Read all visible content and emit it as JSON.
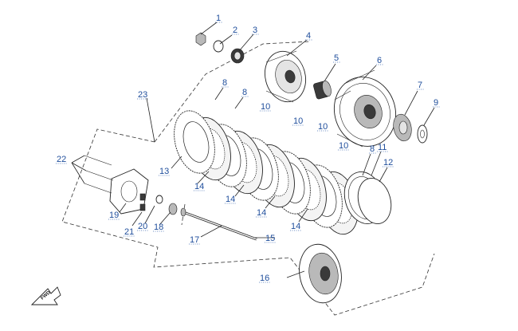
{
  "labels": {
    "p1": "1",
    "p2": "2",
    "p3": "3",
    "p4": "4",
    "p5": "5",
    "p6": "6",
    "p7": "7",
    "p8a": "8",
    "p8b": "8",
    "p8c": "8",
    "p9": "9",
    "p10a": "10",
    "p10b": "10",
    "p10c": "10",
    "p10d": "10",
    "p11": "11",
    "p12": "12",
    "p13": "13",
    "p14a": "14",
    "p14b": "14",
    "p14c": "14",
    "p14d": "14",
    "p15": "15",
    "p16": "16",
    "p17": "17",
    "p18": "18",
    "p19": "19",
    "p20": "20",
    "p21": "21",
    "p22": "22",
    "p23": "23"
  },
  "direction_arrow": "FWD",
  "colors": {
    "label": "#1f4e9c",
    "line": "#222222"
  }
}
